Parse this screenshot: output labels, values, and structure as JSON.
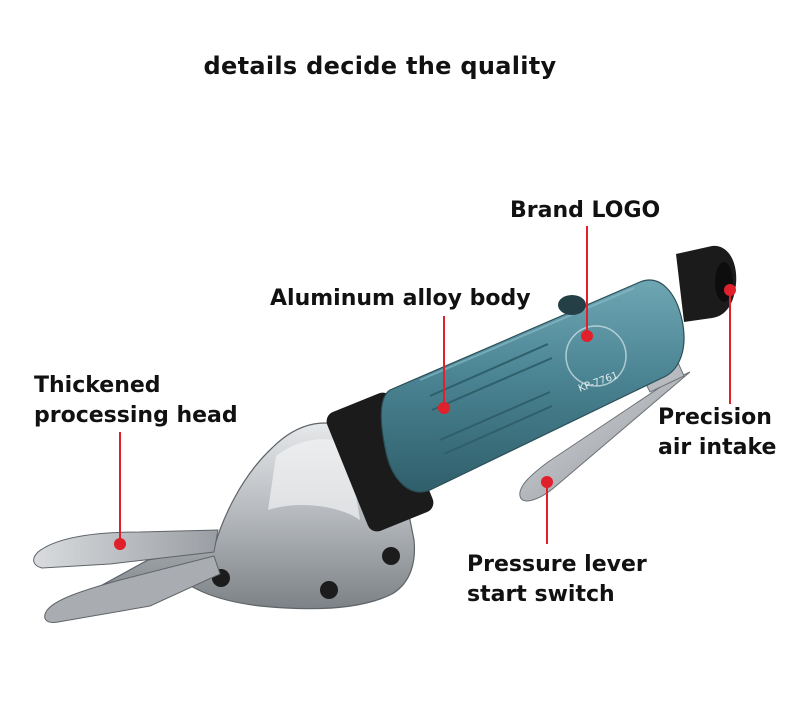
{
  "headline": "details decide the quality",
  "callouts": {
    "brand_logo": "Brand LOGO",
    "aluminum_body": "Aluminum alloy body",
    "processing_head": [
      "Thickened",
      "processing head"
    ],
    "air_intake": [
      "Precision",
      "air intake"
    ],
    "lever_switch": [
      "Pressure lever",
      "start switch"
    ]
  },
  "tool_marking": "KP-7761",
  "colors": {
    "body": "#4f8a98",
    "accent": "#e0202a",
    "metal": "#b9bcc0",
    "dark": "#1a1a1a"
  }
}
